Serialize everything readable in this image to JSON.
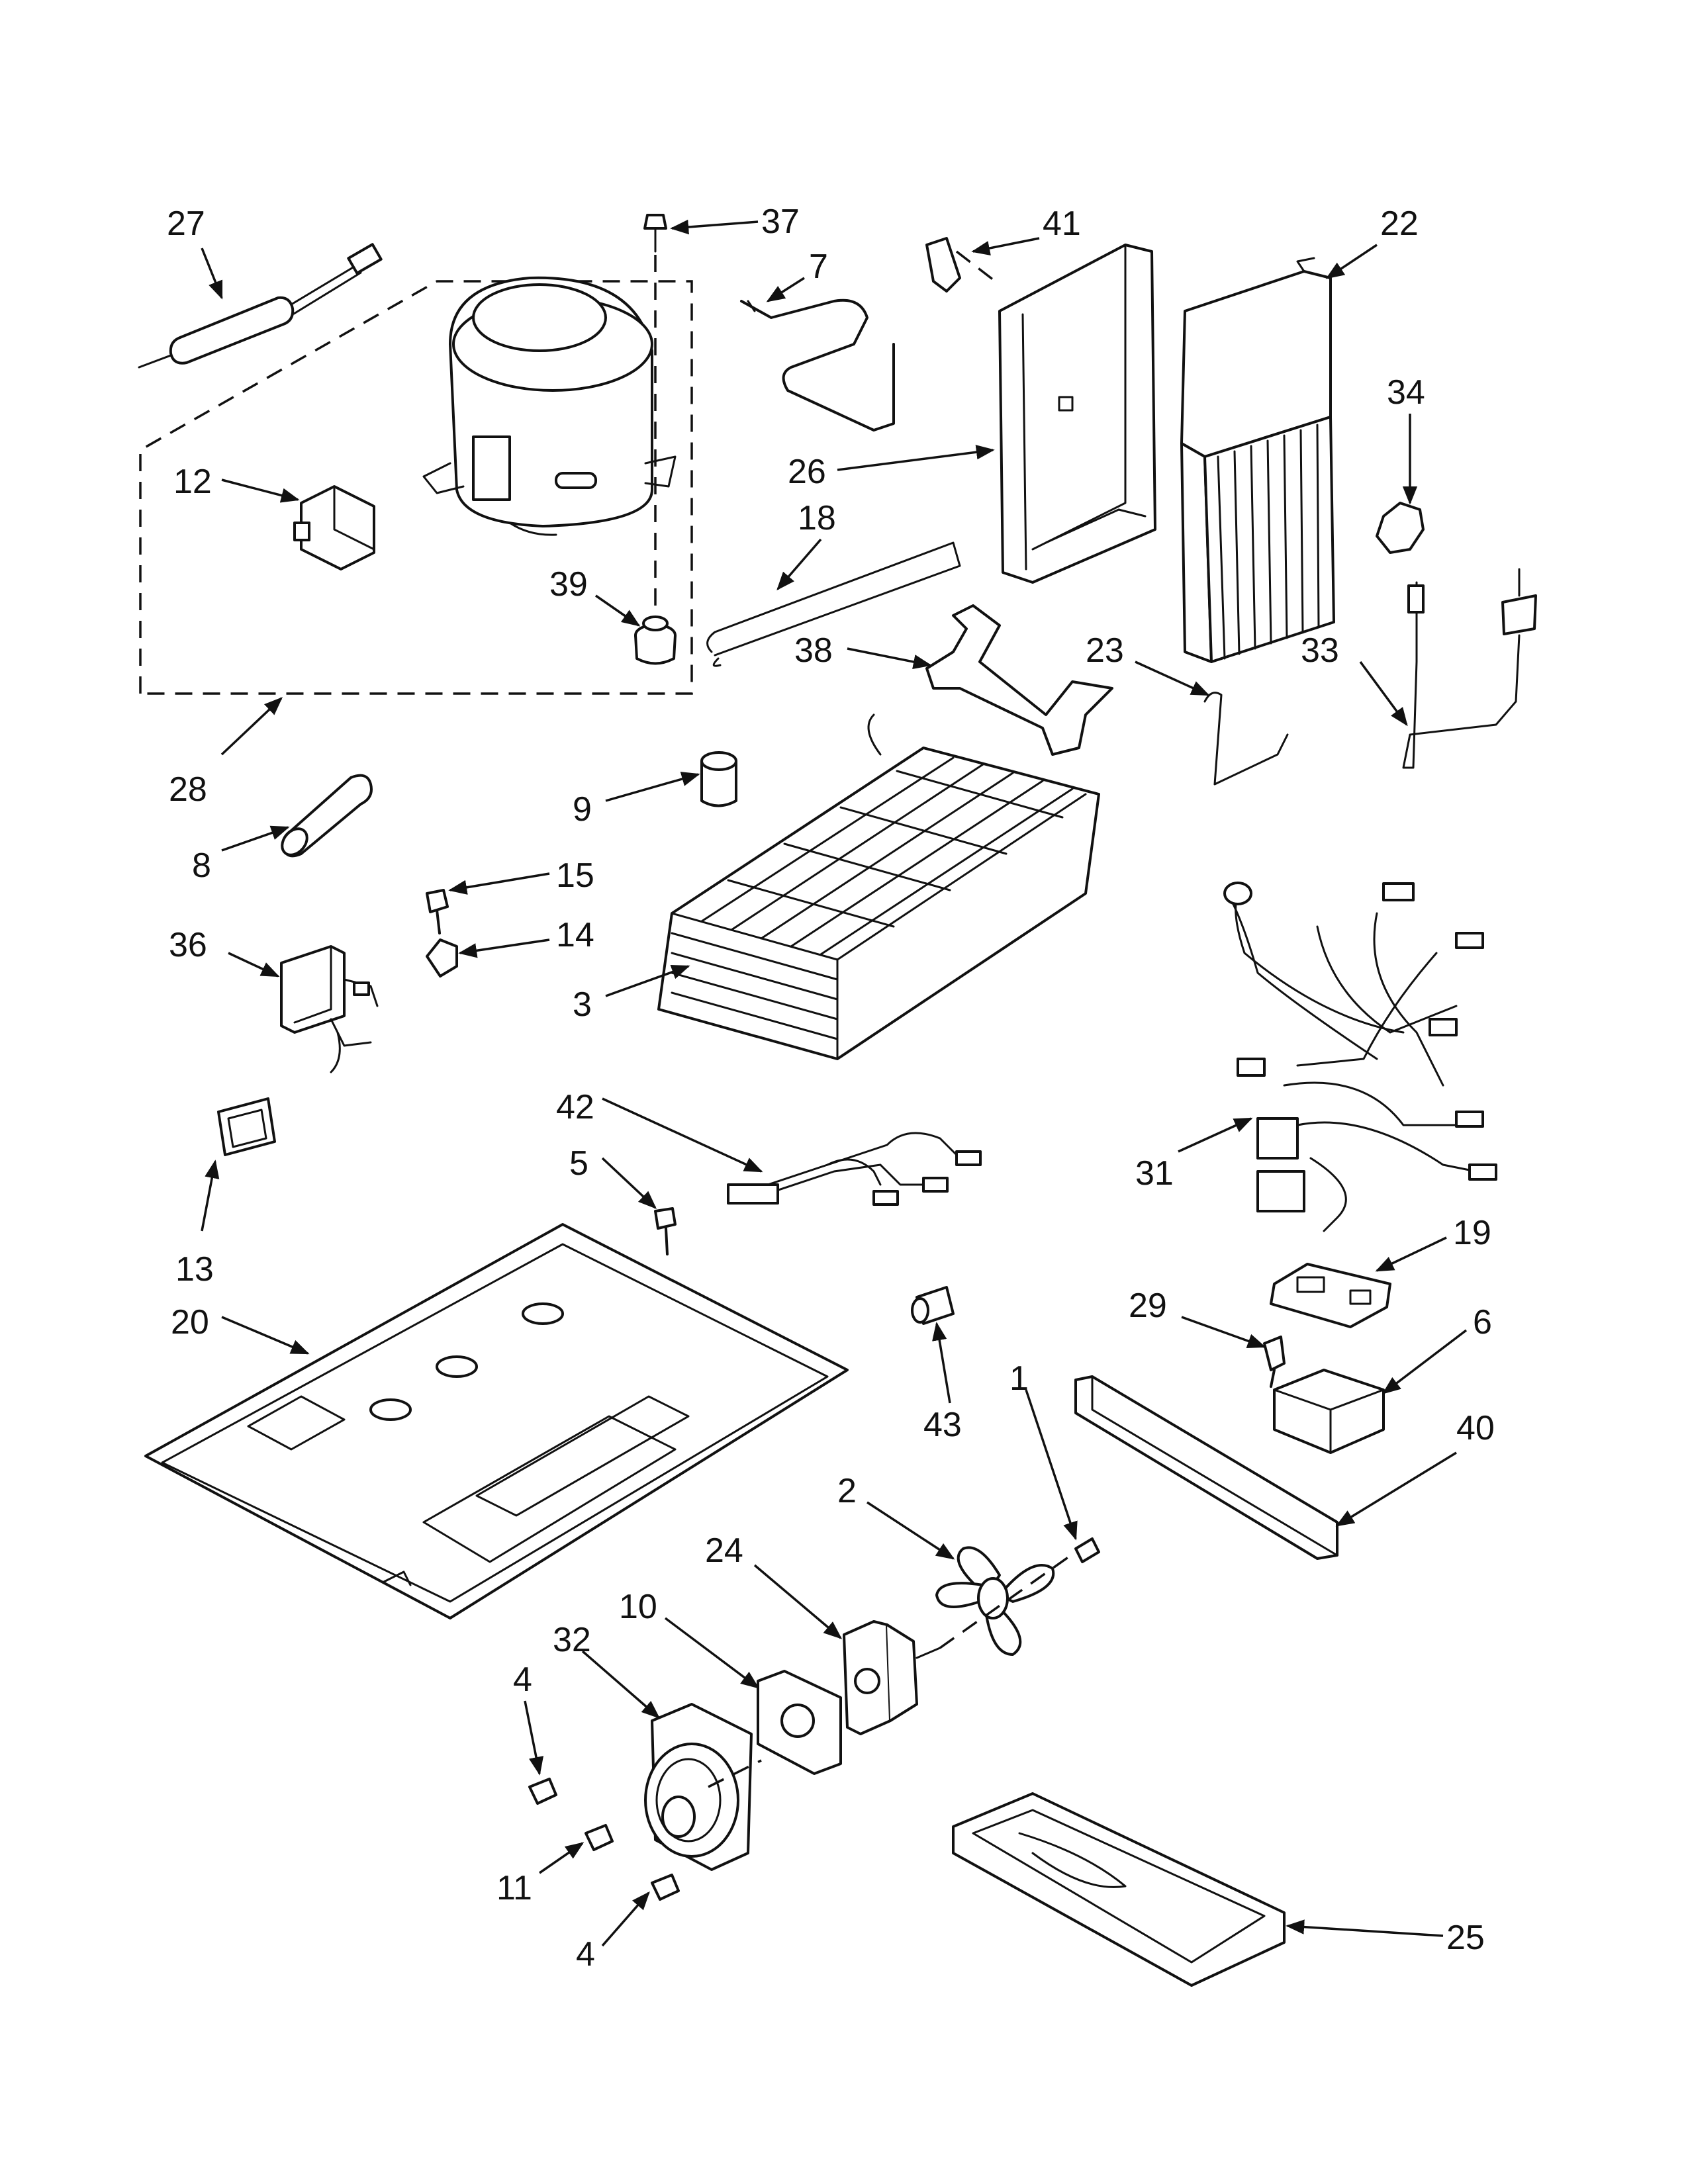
{
  "diagram": {
    "callouts": [
      "27",
      "37",
      "7",
      "41",
      "22",
      "34",
      "12",
      "26",
      "39",
      "18",
      "38",
      "23",
      "33",
      "28",
      "9",
      "8",
      "15",
      "36",
      "14",
      "3",
      "31",
      "42",
      "5",
      "13",
      "19",
      "20",
      "29",
      "6",
      "43",
      "1",
      "40",
      "2",
      "24",
      "10",
      "32",
      "4",
      "11",
      "25"
    ]
  }
}
